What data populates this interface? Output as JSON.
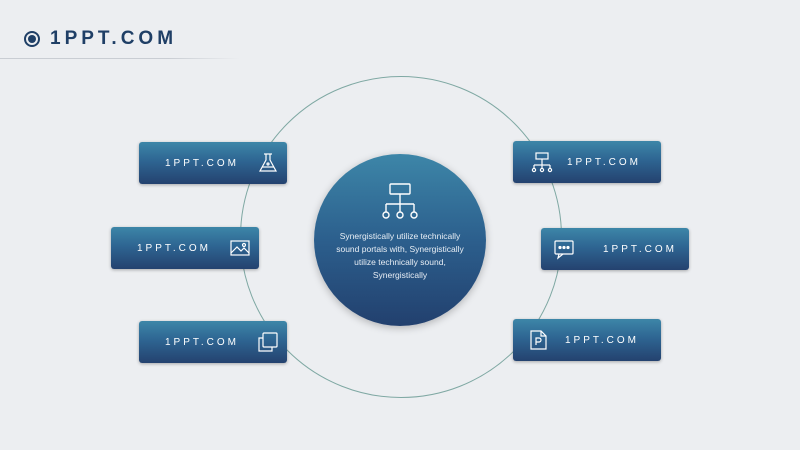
{
  "header": {
    "title": "1PPT.COM",
    "logo_icon": "circle-dot-icon"
  },
  "center": {
    "icon": "hierarchy-icon",
    "text": "Synergistically utilize technically sound portals with, Synergistically utilize technically sound, Synergistically"
  },
  "items": [
    {
      "label": "1PPT.COM",
      "icon": "flask-icon"
    },
    {
      "label": "1PPT.COM",
      "icon": "image-icon"
    },
    {
      "label": "1PPT.COM",
      "icon": "copy-icon"
    },
    {
      "label": "1PPT.COM",
      "icon": "org-chart-icon"
    },
    {
      "label": "1PPT.COM",
      "icon": "chat-icon"
    },
    {
      "label": "1PPT.COM",
      "icon": "document-icon"
    }
  ],
  "colors": {
    "primary": "#1f3f66",
    "gradient_top": "#3d86a8",
    "gradient_bottom": "#24426f",
    "ring": "#7fa8a3",
    "background": "#eceef1"
  }
}
